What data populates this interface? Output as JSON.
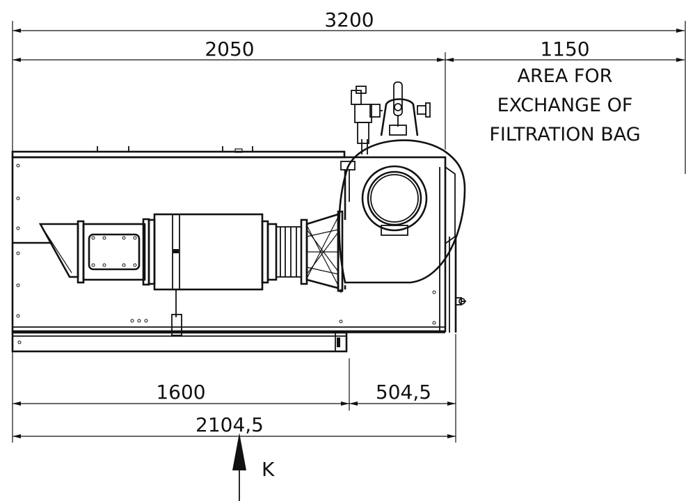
{
  "drawing": {
    "dimensions": {
      "overall_top": "3200",
      "left_top": "2050",
      "right_top": "1150",
      "left_bottom": "1600",
      "right_bottom": "504,5",
      "overall_bottom": "2104,5"
    },
    "note_lines": [
      "AREA FOR",
      "EXCHANGE OF",
      "FILTRATION BAG"
    ],
    "view_label": "K"
  }
}
